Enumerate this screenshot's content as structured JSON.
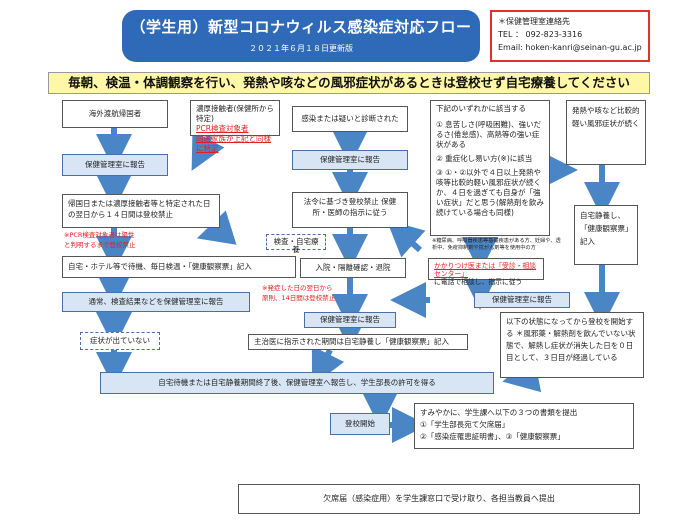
{
  "header": {
    "title": "（学生用）新型コロナウィルス感染症対応フロー",
    "date": "２０２１年６月１８日更新版"
  },
  "contact": {
    "heading": "＊保健管理室連絡先",
    "tel": "TEL ： 092-823-3316",
    "email": "Email: hoken-kanri@seinan-gu.ac.jp"
  },
  "banner": "毎朝、検温・体調観察を行い、発熱や咳などの風邪症状があるときは登校せず自宅療養してください",
  "col1": {
    "start": "海外渡航帰国者",
    "report": "保健管理室に報告",
    "stay": "帰国日または濃厚接触者等と特定された日の翌日から１４日間は登校禁止",
    "pcr_note_1": "※PCR検査対象者は陽性",
    "pcr_note_2": "と判明するまで登校禁止",
    "home_obs": "自宅・ホテル等で待機、毎日検温・「健康観察票」記入",
    "report2": "通常、検査結果などを保健管理室に報告",
    "no_symptoms": "症状が出ていない",
    "end_wait": "自宅待機または自宅静養期間終了後、保健管理室へ報告し、学生部長の許可を得る",
    "resume": "登校開始"
  },
  "col2": {
    "start_a": "濃厚接触者(保健所から特定)",
    "start_b": "PCR検査対象者",
    "start_c": "同居家族が上記と同様に特定",
    "exam": "検査・自宅療養"
  },
  "col3": {
    "start": "感染または疑いと診断された",
    "report": "保健管理室に報告",
    "law": "法令に基づき登校禁止 保健所・医師の指示に従う",
    "hospital": "入院・隔離確認・退院",
    "note_1": "※発症した日の翌日から",
    "note_2": "原則、14日間は登校禁止",
    "report2": "保健管理室に報告",
    "doctor": "主治医に指示された期間は自宅静養し「健康観察票」記入"
  },
  "col4": {
    "heading": "下記のいずれかに該当する",
    "item1": "① 息苦しさ(呼吸困難)、強いだるさ(倦怠感)、高熱等の強い症状がある",
    "item2": "② 重症化し易い方(※)に該当",
    "item3": "③ ①・②以外で４日以上発熱や咳等比較的軽い風邪症状が続くか、４日を過ぎても自身が「強い症状」だと思う(解熱剤を飲み続けている場合も同様)",
    "note": "※糖尿病、呼吸器疾患等基礎疾患がある方、妊婦や、透析中、免疫抑制剤や抗がん剤等を使用中の方",
    "consult_1": "かかりつけ医または「受診・相談センター」",
    "consult_2": "に電話で相談し、指示に従う",
    "report": "保健管理室に報告"
  },
  "col5": {
    "start": "発熱や咳など比較的軽い風邪症状が続く",
    "home": "自宅静養し、「健康観察票」記入",
    "criteria": "以下の状態になってから登校を開始する ＊風邪薬・解熱剤を飲んでいない状態で、解熱し症状が消失した日を０日目として、３日目が経過している"
  },
  "final": {
    "heading": "すみやかに、学生課へ以下の３つの書類を提出",
    "doc1": "①「学生部長宛て欠席届」",
    "doc2": "②「感染症罹患証明書」、③「健康観察票」"
  },
  "footer": "欠席届（感染症用）を学生課窓口で受け取り、各担当教員へ提出",
  "colors": {
    "title_bg": "#2e6ab8",
    "banner_bg": "#fff7a8",
    "box_fill": "#d7e5f4",
    "arrow": "#4a86c6",
    "warning": "#e02020"
  }
}
